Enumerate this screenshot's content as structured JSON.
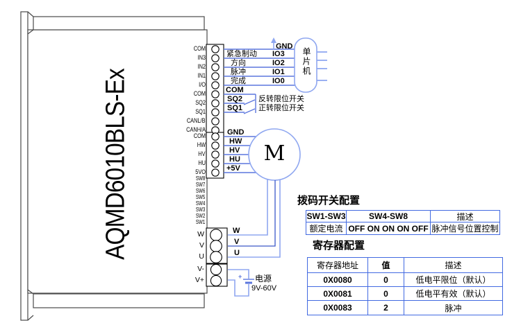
{
  "device": {
    "label": "AQMD6010BLS-Ex"
  },
  "terminals": {
    "signal": [
      "COM",
      "IN3",
      "IN2",
      "IN1",
      "I/O",
      "COM",
      "SQ2",
      "SQ1",
      "CANL/B",
      "CANH/A"
    ],
    "hall": [
      "COM",
      "HW",
      "HV",
      "HU",
      "5VO"
    ],
    "dip": [
      "SW8",
      "SW7",
      "SW6",
      "SW5",
      "SW4",
      "SW3",
      "SW2",
      "SW1"
    ],
    "phase": [
      "W",
      "V",
      "U"
    ],
    "power": [
      "V-",
      "V+"
    ]
  },
  "wiring": {
    "gnd_top": "GND",
    "signal_rows": [
      {
        "cn": "紧急制动",
        "io": "IO3"
      },
      {
        "cn": "方向",
        "io": "IO2"
      },
      {
        "cn": "脉冲",
        "io": "IO1"
      },
      {
        "cn": "完成",
        "io": "IO0"
      }
    ],
    "com_label": "COM",
    "sq2_label": "SQ2",
    "sq1_label": "SQ1",
    "limit_reverse": "反转限位开关",
    "limit_forward": "正转限位开关",
    "mcu_label": "单片机",
    "hall_labels": [
      "GND",
      "HW",
      "HV",
      "HU",
      "+5V"
    ],
    "motor_letter": "M",
    "phase_labels": [
      "W",
      "V",
      "U"
    ],
    "power_supply": {
      "plus": "+",
      "name": "电源",
      "range": "9V-60V"
    }
  },
  "colors": {
    "wire_light": "#8fa7f0",
    "wire_mid": "#5b76dd",
    "wire_dark": "#3a57c8",
    "table_border": "#4169e1",
    "outline": "#4a4a4a"
  },
  "dip_table": {
    "title": "拨码开关配置",
    "headers": [
      "SW1-SW3",
      "SW4-SW8",
      "描述"
    ],
    "rows": [
      [
        "额定电流",
        "OFF ON ON ON OFF",
        "脉冲信号位置控制"
      ]
    ]
  },
  "reg_table": {
    "title": "寄存器配置",
    "headers": [
      "寄存器地址",
      "值",
      "描述"
    ],
    "rows": [
      [
        "0X0080",
        "0",
        "低电平限位（默认）"
      ],
      [
        "0X0081",
        "0",
        "低电平有效（默认）"
      ],
      [
        "0X0083",
        "2",
        "脉冲"
      ]
    ]
  }
}
